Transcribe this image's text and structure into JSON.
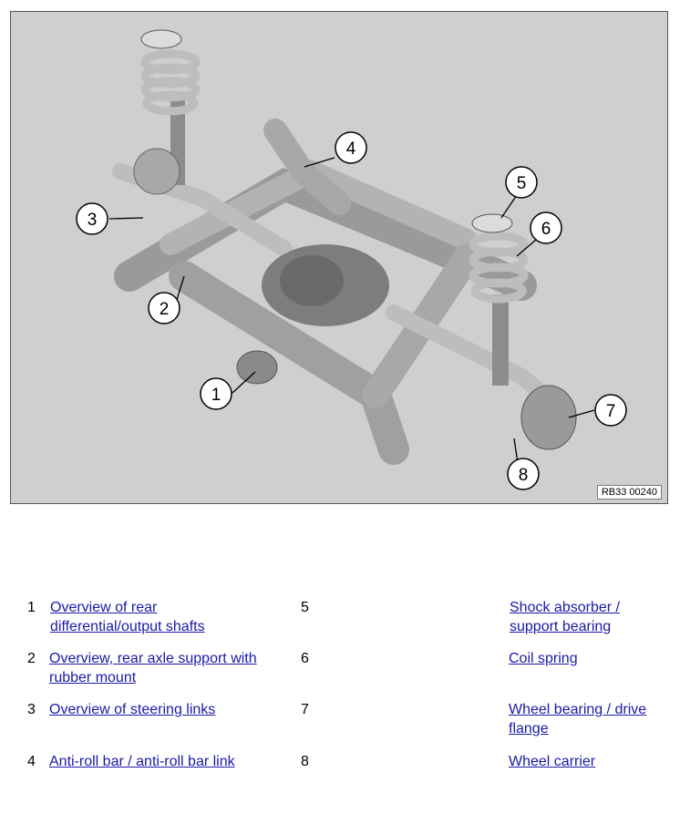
{
  "figure": {
    "code": "RB33 00240",
    "callouts": [
      "1",
      "2",
      "3",
      "4",
      "5",
      "6",
      "7",
      "8"
    ]
  },
  "legend": [
    {
      "num": "1",
      "text": "Overview of rear differential/output shafts"
    },
    {
      "num": "2",
      "text": "Overview, rear axle support with rubber mount"
    },
    {
      "num": "3",
      "text": "Overview of steering links"
    },
    {
      "num": "4",
      "text": "Anti-roll bar / anti-roll bar link"
    },
    {
      "num": "5",
      "text": "Shock absorber / support bearing"
    },
    {
      "num": "6",
      "text": "Coil spring"
    },
    {
      "num": "7",
      "text": "Wheel bearing / drive flange"
    },
    {
      "num": "8",
      "text": "Wheel carrier"
    }
  ],
  "colors": {
    "link": "#1a1aa8",
    "figure_bg": "#cfcfcf"
  }
}
